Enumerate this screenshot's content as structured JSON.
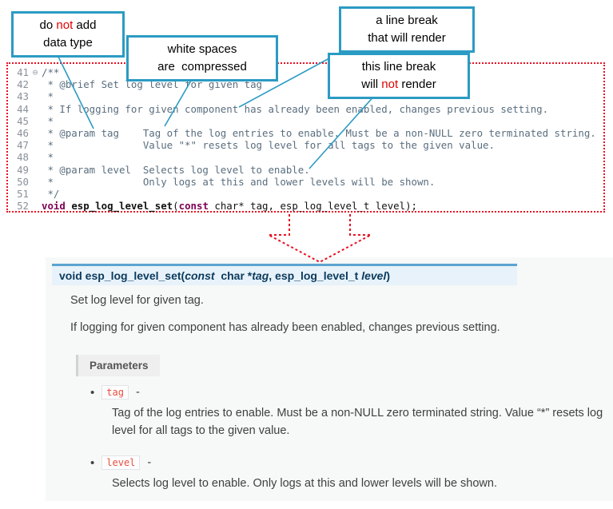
{
  "colors": {
    "callout_border": "#2b9bc3",
    "highlight_red": "#e40000",
    "dotted_border": "#e81123",
    "sig_top_border": "#5ba3cf",
    "sig_background": "#e7f2fa",
    "param_literal": "#e74c3c",
    "comment_text": "#5a6e7e"
  },
  "callouts": {
    "box1": {
      "line1_pre": "do ",
      "line1_not": "not",
      "line1_post": " add",
      "line2": "data type"
    },
    "box2": {
      "line1": "white spaces",
      "line2": "are  compressed"
    },
    "box3": {
      "line1": "a line break",
      "line2": "that will render"
    },
    "box4": {
      "line1": "this line break",
      "line2_pre": "will ",
      "line2_not": "not",
      "line2_post": " render"
    }
  },
  "editor": {
    "lines": [
      {
        "num": "41",
        "fold": "⊖",
        "text": "/**"
      },
      {
        "num": "42",
        "text": " * @brief Set log level for given tag"
      },
      {
        "num": "43",
        "text": " *"
      },
      {
        "num": "44",
        "text": " * If logging for given component has already been enabled, changes previous setting."
      },
      {
        "num": "45",
        "text": " *"
      },
      {
        "num": "46",
        "text": " * @param tag    Tag of the log entries to enable. Must be a non-NULL zero terminated string."
      },
      {
        "num": "47",
        "text": " *               Value \"*\" resets log level for all tags to the given value."
      },
      {
        "num": "48",
        "text": " *"
      },
      {
        "num": "49",
        "text": " * @param level  Selects log level to enable."
      },
      {
        "num": "50",
        "text": " *               Only logs at this and lower levels will be shown."
      },
      {
        "num": "51",
        "text": " */"
      }
    ],
    "decl": {
      "num": "52",
      "kw1": "void ",
      "name": "esp_log_level_set",
      "open": "(",
      "kw2": "const",
      "rest": " char* tag, esp_log_level_t level);"
    }
  },
  "docs": {
    "signature": {
      "kw_void": "void ",
      "name": "esp_log_level_set",
      "open": "(",
      "kw_const": "const",
      "type1": "  char *",
      "arg1": "tag",
      "comma": ", ",
      "type2": "esp_log_level_t ",
      "arg2": "level",
      "close": ")"
    },
    "p1": "Set log level for given tag.",
    "p2": "If logging for given component has already been enabled, changes previous setting.",
    "parameters_label": "Parameters",
    "bullet": "•",
    "params": [
      {
        "name": "tag",
        "dash": " -",
        "desc": "Tag of the log entries to enable. Must be a non-NULL zero terminated string. Value “*” resets log level for all tags to the given value."
      },
      {
        "name": "level",
        "dash": " -",
        "desc": "Selects log level to enable. Only logs at this and lower levels will be shown."
      }
    ]
  }
}
